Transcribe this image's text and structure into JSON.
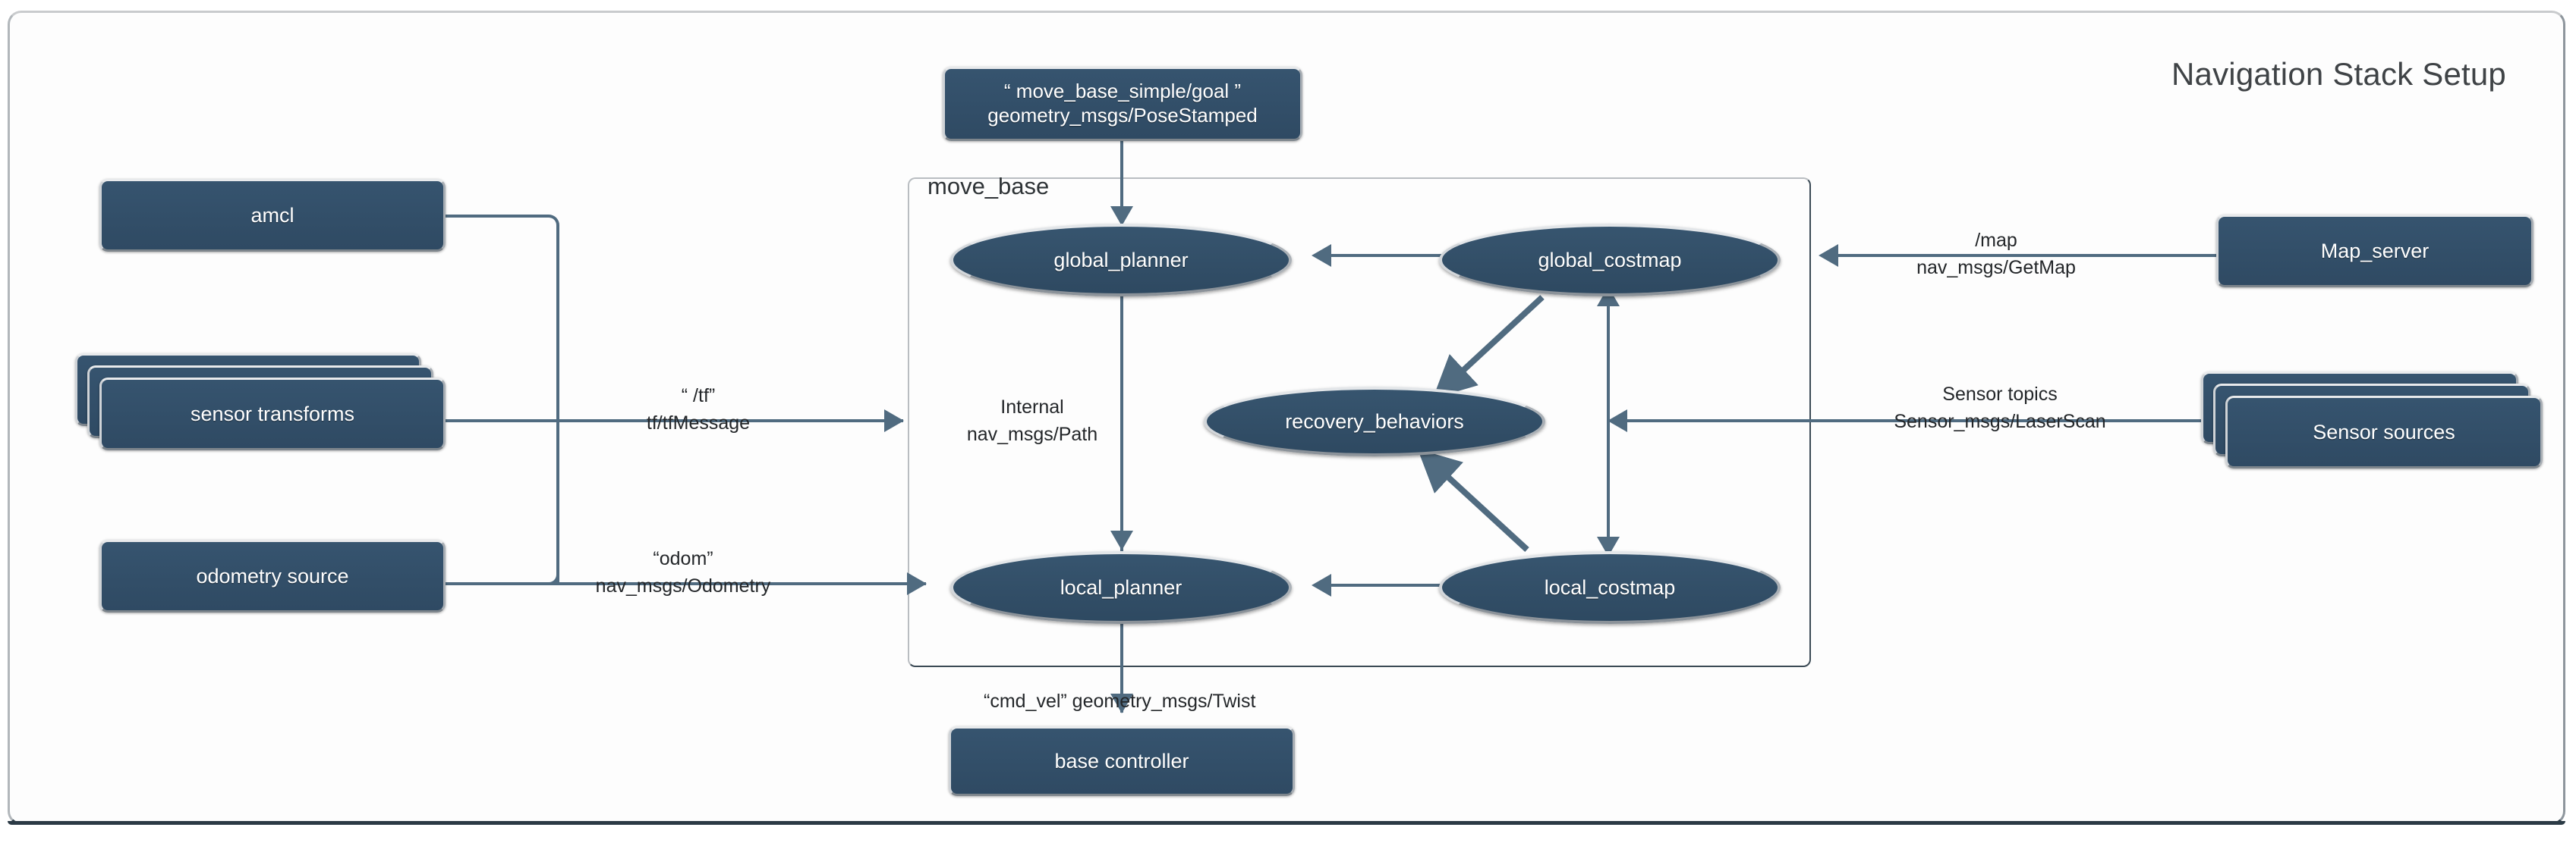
{
  "diagram": {
    "title": "Navigation Stack Setup",
    "container_label": "move_base",
    "accent_fill": "#33506b",
    "connector_color": "#506b80",
    "frame_color": "#c9cbcd"
  },
  "nodes": {
    "goal": {
      "line1": "“ move_base_simple/goal ”",
      "line2": "geometry_msgs/PoseStamped"
    },
    "amcl": {
      "label": "amcl"
    },
    "sensor_transforms": {
      "label": "sensor transforms"
    },
    "odometry_source": {
      "label": "odometry source"
    },
    "map_server": {
      "label": "Map_server"
    },
    "sensor_sources": {
      "label": "Sensor sources"
    },
    "base_controller": {
      "label": "base controller"
    },
    "global_planner": {
      "label": "global_planner"
    },
    "global_costmap": {
      "label": "global_costmap"
    },
    "recovery_behaviors": {
      "label": "recovery_behaviors"
    },
    "local_planner": {
      "label": "local_planner"
    },
    "local_costmap": {
      "label": "local_costmap"
    }
  },
  "edges": {
    "tf": {
      "line1": "“ /tf”",
      "line2": "tf/tfMessage"
    },
    "odom": {
      "line1": "“odom”",
      "line2": "nav_msgs/Odometry"
    },
    "internal_path": {
      "line1": "Internal",
      "line2": "nav_msgs/Path"
    },
    "map": {
      "line1": "/map",
      "line2": "nav_msgs/GetMap"
    },
    "sensor_topics": {
      "line1": "Sensor topics",
      "line2": "Sensor_msgs/LaserScan"
    },
    "cmd_vel": {
      "line1": "“cmd_vel” geometry_msgs/Twist"
    }
  }
}
